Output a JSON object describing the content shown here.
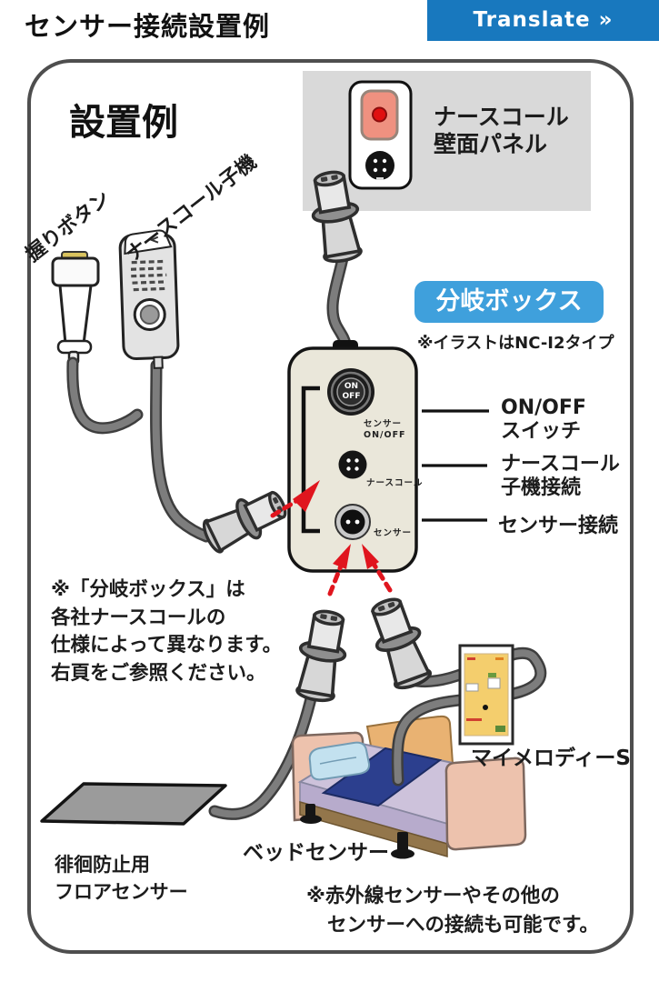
{
  "header": {
    "title": "センサー接続設置例",
    "translate_button": "Translate »"
  },
  "diagram": {
    "heading": "設置例",
    "wall_panel": {
      "line1": "ナースコール",
      "line2": "壁面パネル"
    },
    "branch_box": {
      "title": "分岐ボックス",
      "note": "※イラストはNC-I2タイプ",
      "button_on": "ON",
      "button_off": "OFF",
      "port_sensor_onoff_line1": "センサー",
      "port_sensor_onoff_line2": "ON/OFF",
      "port_nurse_call": "ナースコール",
      "port_sensor": "センサー"
    },
    "callouts": {
      "onoff_line1": "ON/OFF",
      "onoff_line2": "スイッチ",
      "handset_line1": "ナースコール",
      "handset_line2": "子機接続",
      "sensor": "センサー接続"
    },
    "devices": {
      "grip_button": "握りボタン",
      "handset": "ナースコール子機",
      "my_melody": "マイメロディーS",
      "bed_sensor": "ベッドセンサー",
      "floor_sensor_line1": "徘徊防止用",
      "floor_sensor_line2": "フロアセンサー"
    },
    "notes": {
      "branch_line1": "※「分岐ボックス」は",
      "branch_line2": "各社ナースコールの",
      "branch_line3": "仕様によって異なります。",
      "branch_line4": "右頁をご参照ください。",
      "bottom_line1": "※赤外線センサーやその他の",
      "bottom_line2": "センサーへの接続も可能です。"
    }
  },
  "colors": {
    "translate_bg": "#1878be",
    "branch_box_label_bg": "#3fa0dc",
    "arrow_red": "#e0151e",
    "panel_gray": "#d9d9d9",
    "box_fill": "#eae7da",
    "bed_mat_blue": "#2c3f8e"
  }
}
